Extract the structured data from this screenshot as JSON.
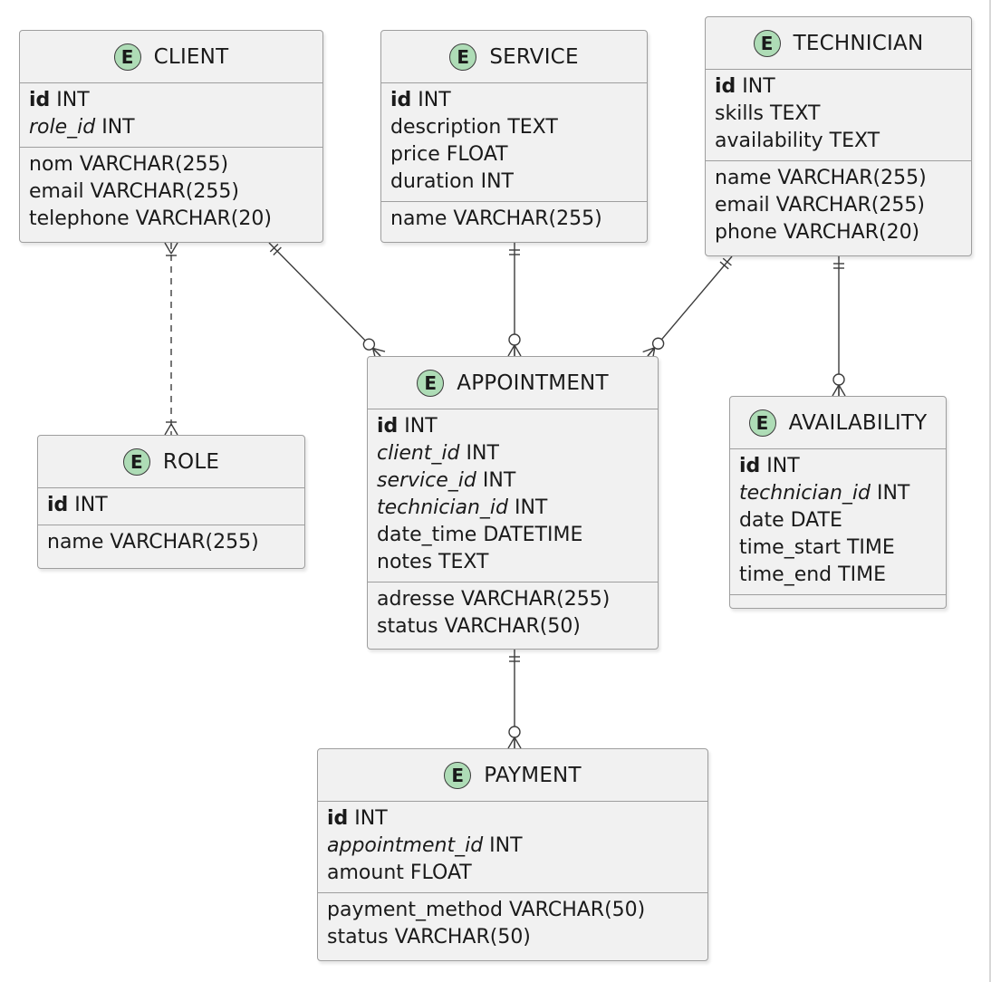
{
  "entities": {
    "client": {
      "name": "CLIENT",
      "badge": "E",
      "keys": [
        {
          "name": "id",
          "type": "INT",
          "role": "pk"
        },
        {
          "name": "role_id",
          "type": "INT",
          "role": "fk"
        }
      ],
      "fields": [
        {
          "name": "nom",
          "type": "VARCHAR(255)"
        },
        {
          "name": "email",
          "type": "VARCHAR(255)"
        },
        {
          "name": "telephone",
          "type": "VARCHAR(20)"
        }
      ]
    },
    "service": {
      "name": "SERVICE",
      "badge": "E",
      "keys": [
        {
          "name": "id",
          "type": "INT",
          "role": "pk"
        },
        {
          "name": "description",
          "type": "TEXT",
          "role": "plain"
        },
        {
          "name": "price",
          "type": "FLOAT",
          "role": "plain"
        },
        {
          "name": "duration",
          "type": "INT",
          "role": "plain"
        }
      ],
      "fields": [
        {
          "name": "name",
          "type": "VARCHAR(255)"
        }
      ]
    },
    "technician": {
      "name": "TECHNICIAN",
      "badge": "E",
      "keys": [
        {
          "name": "id",
          "type": "INT",
          "role": "pk"
        },
        {
          "name": "skills",
          "type": "TEXT",
          "role": "plain"
        },
        {
          "name": "availability",
          "type": "TEXT",
          "role": "plain"
        }
      ],
      "fields": [
        {
          "name": "name",
          "type": "VARCHAR(255)"
        },
        {
          "name": "email",
          "type": "VARCHAR(255)"
        },
        {
          "name": "phone",
          "type": "VARCHAR(20)"
        }
      ]
    },
    "role": {
      "name": "ROLE",
      "badge": "E",
      "keys": [
        {
          "name": "id",
          "type": "INT",
          "role": "pk"
        }
      ],
      "fields": [
        {
          "name": "name",
          "type": "VARCHAR(255)"
        }
      ]
    },
    "appointment": {
      "name": "APPOINTMENT",
      "badge": "E",
      "keys": [
        {
          "name": "id",
          "type": "INT",
          "role": "pk"
        },
        {
          "name": "client_id",
          "type": "INT",
          "role": "fk"
        },
        {
          "name": "service_id",
          "type": "INT",
          "role": "fk"
        },
        {
          "name": "technician_id",
          "type": "INT",
          "role": "fk"
        },
        {
          "name": "date_time",
          "type": "DATETIME",
          "role": "plain"
        },
        {
          "name": "notes",
          "type": "TEXT",
          "role": "plain"
        }
      ],
      "fields": [
        {
          "name": "adresse",
          "type": "VARCHAR(255)"
        },
        {
          "name": "status",
          "type": "VARCHAR(50)"
        }
      ]
    },
    "availability": {
      "name": "AVAILABILITY",
      "badge": "E",
      "keys": [
        {
          "name": "id",
          "type": "INT",
          "role": "pk"
        },
        {
          "name": "technician_id",
          "type": "INT",
          "role": "fk"
        },
        {
          "name": "date",
          "type": "DATE",
          "role": "plain"
        },
        {
          "name": "time_start",
          "type": "TIME",
          "role": "plain"
        },
        {
          "name": "time_end",
          "type": "TIME",
          "role": "plain"
        }
      ],
      "fields": []
    },
    "payment": {
      "name": "PAYMENT",
      "badge": "E",
      "keys": [
        {
          "name": "id",
          "type": "INT",
          "role": "pk"
        },
        {
          "name": "appointment_id",
          "type": "INT",
          "role": "fk"
        },
        {
          "name": "amount",
          "type": "FLOAT",
          "role": "plain"
        }
      ],
      "fields": [
        {
          "name": "payment_method",
          "type": "VARCHAR(50)"
        },
        {
          "name": "status",
          "type": "VARCHAR(50)"
        }
      ]
    }
  },
  "relationships": [
    {
      "from": "client",
      "from_card": "one-or-more",
      "to": "role",
      "to_card": "one-or-more",
      "style": "dashed"
    },
    {
      "from": "client",
      "from_card": "exactly-one",
      "to": "appointment",
      "to_card": "zero-or-more",
      "style": "solid"
    },
    {
      "from": "service",
      "from_card": "exactly-one",
      "to": "appointment",
      "to_card": "zero-or-more",
      "style": "solid"
    },
    {
      "from": "technician",
      "from_card": "exactly-one",
      "to": "appointment",
      "to_card": "zero-or-more",
      "style": "solid"
    },
    {
      "from": "technician",
      "from_card": "exactly-one",
      "to": "availability",
      "to_card": "zero-or-more",
      "style": "solid"
    },
    {
      "from": "appointment",
      "from_card": "exactly-one",
      "to": "payment",
      "to_card": "zero-or-more",
      "style": "solid"
    }
  ],
  "colors": {
    "entity_fill": "#f1f1f1",
    "entity_border": "#9e9e9e",
    "badge_fill": "#aedcb6",
    "edge": "#3c3c3c"
  }
}
